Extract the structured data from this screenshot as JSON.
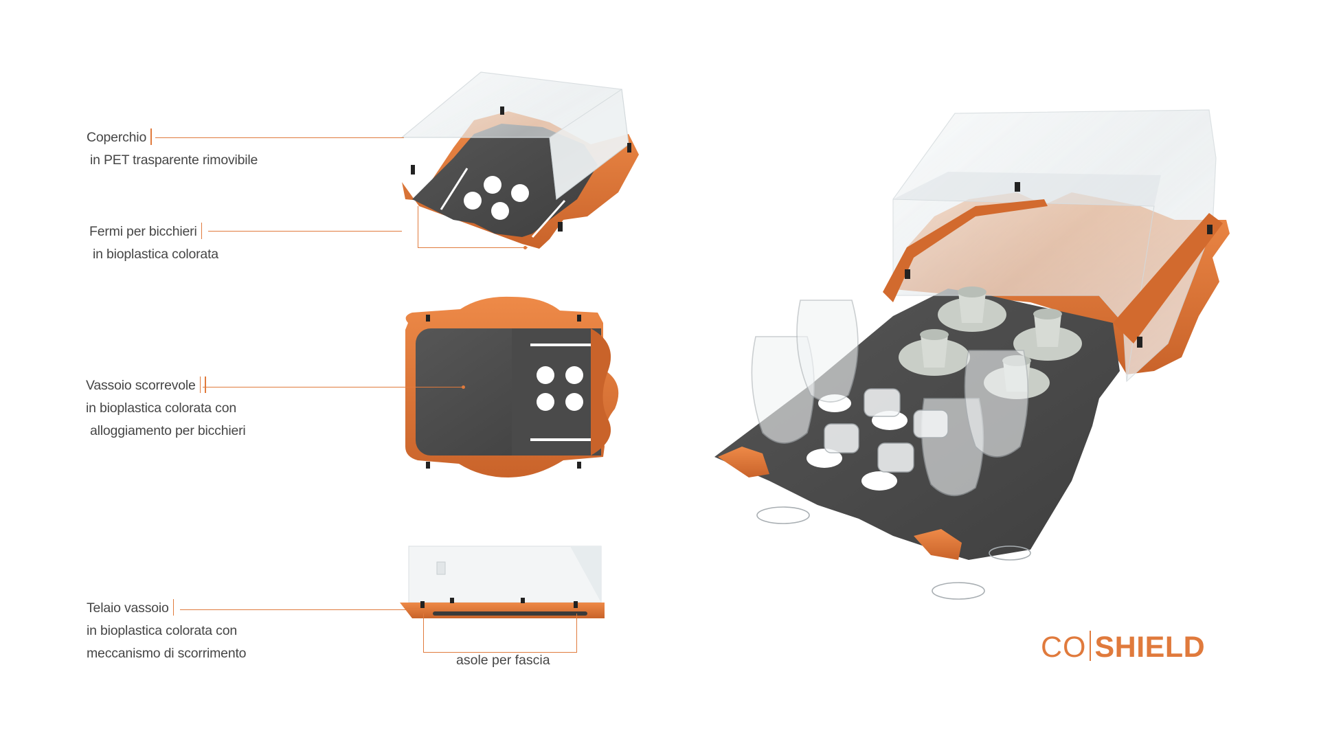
{
  "labels": {
    "coperchio": {
      "title": "Coperchio",
      "sub": "in PET trasparente rimovibile"
    },
    "fermi": {
      "title": "Fermi per bicchieri",
      "sub": "in bioplastica colorata"
    },
    "vassoio": {
      "title": "Vassoio scorrevole",
      "sub1": "in bioplastica colorata  con",
      "sub2": "alloggiamento per bicchieri"
    },
    "telaio": {
      "title": "Telaio vassoio",
      "sub1": "in bioplastica colorata con",
      "sub2": "meccanismo di scorrimento"
    },
    "asole": "asole per fascia"
  },
  "brand": {
    "prefix": "CO",
    "name": "SHIELD"
  },
  "colors": {
    "accent": "#e07a3c",
    "tray": "#4a4a4a",
    "dark": "#3d3d3d",
    "glass": "#e9eef0"
  }
}
